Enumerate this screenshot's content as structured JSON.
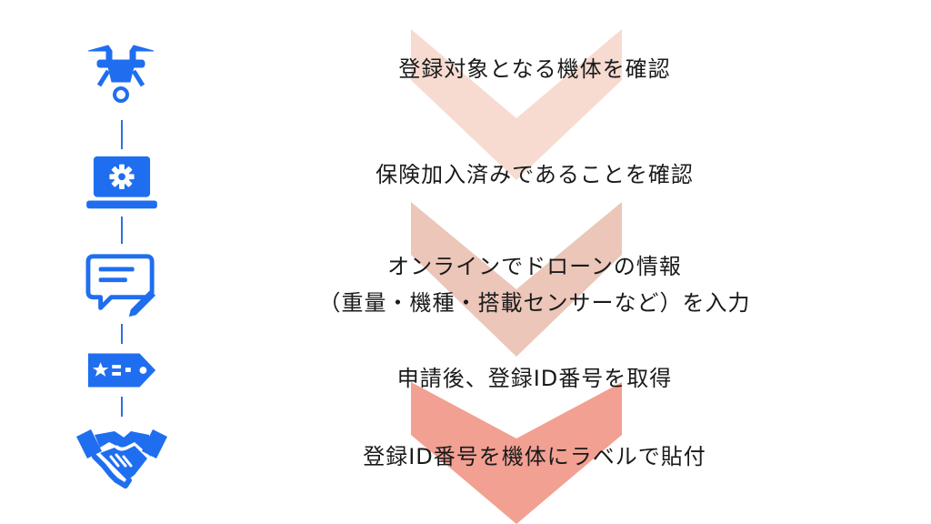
{
  "colors": {
    "icon_blue": "#1f6ef0",
    "chevron_1": "#f7dbd0",
    "chevron_2": "#ebc6b9",
    "chevron_3": "#f2a092",
    "text": "#1a1a1a"
  },
  "steps": [
    {
      "icon": "drone-icon",
      "text": "登録対象となる機体を確認"
    },
    {
      "icon": "laptop-gear-icon",
      "text": "保険加入済みであることを確認"
    },
    {
      "icon": "form-pen-icon",
      "line1": "オンラインでドローンの情報",
      "line2": "（重量・機種・搭載センサーなど）を入力"
    },
    {
      "icon": "id-tag-icon",
      "text": "申請後、登録ID番号を取得"
    },
    {
      "icon": "handshake-icon",
      "text": "登録ID番号を機体にラベルで貼付"
    }
  ]
}
